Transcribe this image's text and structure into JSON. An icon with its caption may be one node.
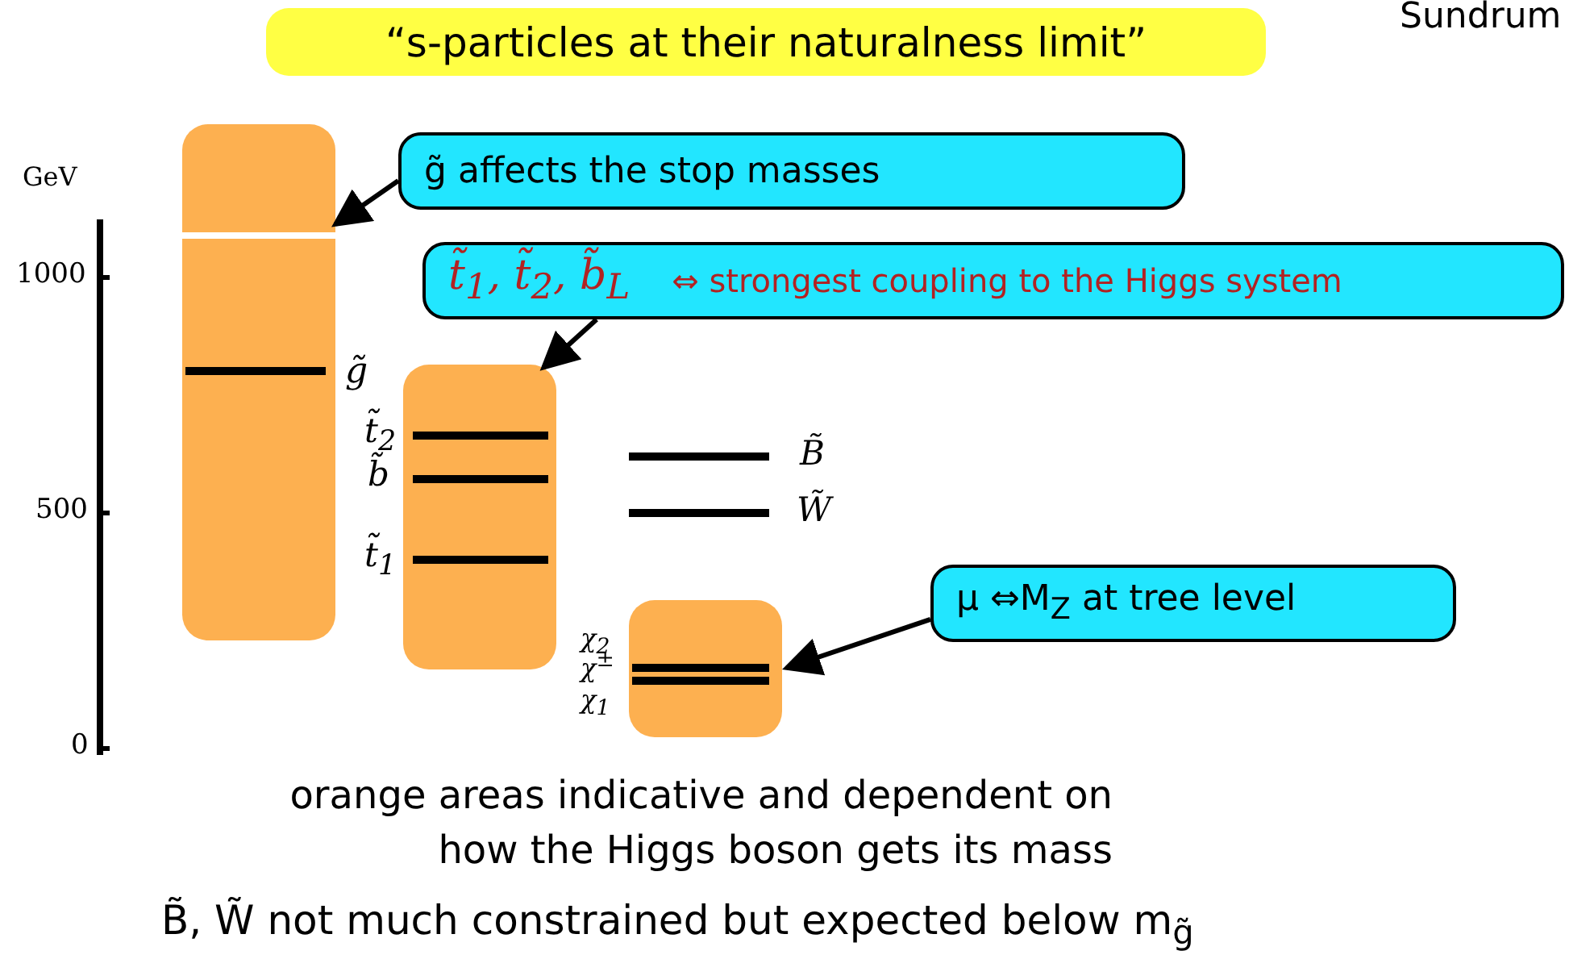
{
  "diagram": {
    "nodes": [
      {
        "text": [
          "“s-particles at their naturalness limit”"
        ]
      },
      {
        "text": [
          "g̃ affects the stop masses"
        ]
      },
      {
        "text": [
          "t̃$_{1}$, t̃$_{2}$, b̃$_{L}$",
          "⇔ strongest coupling to the Higgs system"
        ]
      },
      {
        "text": [
          "μ ⇔M$_{Z}$ at tree level"
        ]
      },
      {
        "text": [],
        "shape": "box"
      },
      {
        "text": [],
        "shape": "box"
      },
      {
        "text": [],
        "shape": "box"
      }
    ],
    "edges": [
      {
        "from": 1,
        "to": 4,
        "arrow": "to"
      },
      {
        "from": 2,
        "to": 5,
        "arrow": "to"
      },
      {
        "from": 3,
        "to": 6,
        "arrow": "to"
      }
    ],
    "labels": [
      "Sundrum",
      "GeV",
      "1000",
      "500",
      "0",
      "g̃",
      "t̃$_{2}$",
      "b̃",
      "t̃$_{1}$",
      "B̃",
      "W̃",
      "χ$_{2}$",
      "χ$^{±}$",
      "χ$_{1}$",
      "orange areas indicative and dependent on how the Higgs boson gets its mass",
      "B̃, W̃ not much constrained but expected below m$_{g̃}$"
    ]
  }
}
